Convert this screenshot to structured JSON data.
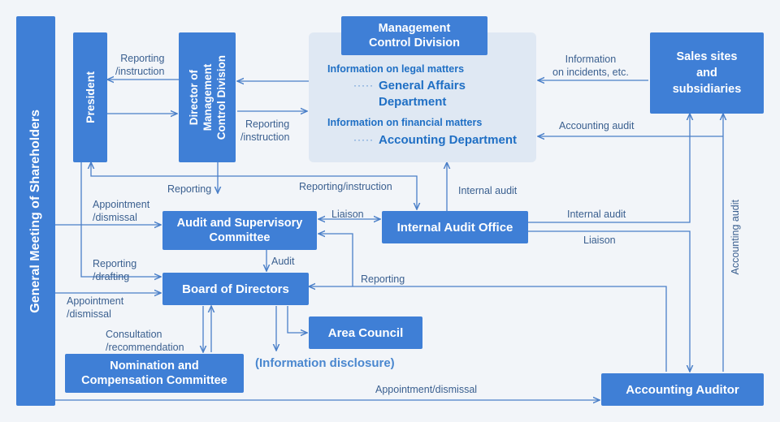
{
  "boxes": {
    "shareholders": "General Meeting of Shareholders",
    "president": "President",
    "director_line1": "Director of",
    "director_line2": "Management",
    "director_line3": "Control Division",
    "mcd_line1": "Management",
    "mcd_line2": "Control Division",
    "sales_line1": "Sales sites",
    "sales_line2": "and",
    "sales_line3": "subsidiaries",
    "audit_committee_line1": "Audit and Supervisory",
    "audit_committee_line2": "Committee",
    "internal_audit_office": "Internal Audit Office",
    "board": "Board of Directors",
    "area_council": "Area Council",
    "nomination_line1": "Nomination and",
    "nomination_line2": "Compensation Committee",
    "accounting_auditor": "Accounting Auditor"
  },
  "info": {
    "legal_heading": "Information on legal matters",
    "legal_dept_line1": "General Affairs",
    "legal_dept_line2": "Department",
    "financial_heading": "Information on financial matters",
    "financial_dept": "Accounting Department",
    "dots": "·····"
  },
  "labels": {
    "reporting_instruction_top_1": "Reporting",
    "reporting_instruction_top_2": "/instruction",
    "reporting_instruction_mid_1": "Reporting",
    "reporting_instruction_mid_2": "/instruction",
    "information_incidents_1": "Information",
    "information_incidents_2": "on incidents, etc.",
    "accounting_audit_top": "Accounting audit",
    "reporting_down": "Reporting",
    "reporting_instruction_long": "Reporting/instruction",
    "internal_audit_up": "Internal audit",
    "appointment_dismissal_1a": "Appointment",
    "appointment_dismissal_1b": "/dismissal",
    "liaison_left": "Liaison",
    "internal_audit_right": "Internal audit",
    "liaison_right": "Liaison",
    "accounting_audit_vertical": "Accounting audit",
    "audit": "Audit",
    "reporting_drafting_1": "Reporting",
    "reporting_drafting_2": "/drafting",
    "reporting_right": "Reporting",
    "appointment_dismissal_2a": "Appointment",
    "appointment_dismissal_2b": "/dismissal",
    "consultation_1": "Consultation",
    "consultation_2": "/recommendation",
    "information_disclosure": "(Information disclosure)",
    "appointment_dismissal_bottom": "Appointment/dismissal"
  }
}
